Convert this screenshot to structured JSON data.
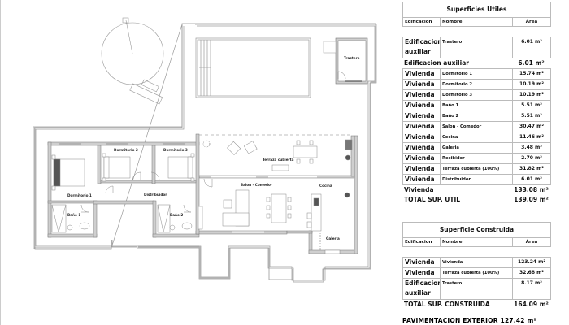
{
  "floor_plan": {
    "rooms": {
      "trastero": "Trastero",
      "dormitorio1": "Dormitorio 1",
      "dormitorio2": "Dormitorio 2",
      "dormitorio3": "Dormitorio 3",
      "distribuidor": "Distribuidor",
      "bano1": "Baño 1",
      "bano2": "Baño 2",
      "terraza": "Terraza cubierta",
      "salon": "Salon - Comedor",
      "cocina": "Cocina",
      "galeria": "Galeria"
    },
    "colors": {
      "wall": "#8a8a8a",
      "wall_fill": "#cfcfcf",
      "line": "#9a9a9a",
      "text": "#222222"
    }
  },
  "superficies_utiles": {
    "title": "Superficies Utiles",
    "columns": [
      "Edificacion",
      "Nombre",
      "Área"
    ],
    "rows_aux": [
      {
        "edificacion": "Edificacion auxiliar",
        "nombre": "Trastero",
        "area": "6.01 m²"
      }
    ],
    "subtotal_aux": {
      "label": "Edificacion auxiliar",
      "area": "6.01 m²"
    },
    "rows_vivienda": [
      {
        "edificacion": "Vivienda",
        "nombre": "Dormitorio 1",
        "area": "15.74 m²"
      },
      {
        "edificacion": "Vivienda",
        "nombre": "Dormitorio 2",
        "area": "10.19 m²"
      },
      {
        "edificacion": "Vivienda",
        "nombre": "Dormitorio 3",
        "area": "10.19 m²"
      },
      {
        "edificacion": "Vivienda",
        "nombre": "Baño 1",
        "area": "5.51 m²"
      },
      {
        "edificacion": "Vivienda",
        "nombre": "Baño 2",
        "area": "5.51 m²"
      },
      {
        "edificacion": "Vivienda",
        "nombre": "Salon - Comedor",
        "area": "30.47 m²"
      },
      {
        "edificacion": "Vivienda",
        "nombre": "Cocina",
        "area": "11.46 m²"
      },
      {
        "edificacion": "Vivienda",
        "nombre": "Galeria",
        "area": "3.48 m²"
      },
      {
        "edificacion": "Vivienda",
        "nombre": "Recibidor",
        "area": "2.70 m²"
      },
      {
        "edificacion": "Vivienda",
        "nombre": "Terraza cubierta (100%)",
        "area": "31.82 m²"
      },
      {
        "edificacion": "Vivienda",
        "nombre": "Distribuidor",
        "area": "6.01 m²"
      }
    ],
    "subtotal_vivienda": {
      "label": "Vivienda",
      "area": "133.08 m²"
    },
    "total": {
      "label": "TOTAL SUP. UTIL",
      "area": "139.09 m²"
    }
  },
  "superficie_construida": {
    "title": "Superficie Construida",
    "columns": [
      "Edificacion",
      "Nombre",
      "Área"
    ],
    "rows": [
      {
        "edificacion": "Vivienda",
        "nombre": "Vivienda",
        "area": "123.24 m²"
      },
      {
        "edificacion": "Vivienda",
        "nombre": "Terraza cubierta (100%)",
        "area": "32.68 m²"
      },
      {
        "edificacion": "Edificacion auxiliar",
        "nombre": "Trastero",
        "area": "8.17 m²"
      }
    ],
    "total": {
      "label": "TOTAL SUP. CONSTRUIDA",
      "area": "164.09 m²"
    }
  },
  "pavimentacion": "PAVIMENTACION EXTERIOR 127.42 m²"
}
